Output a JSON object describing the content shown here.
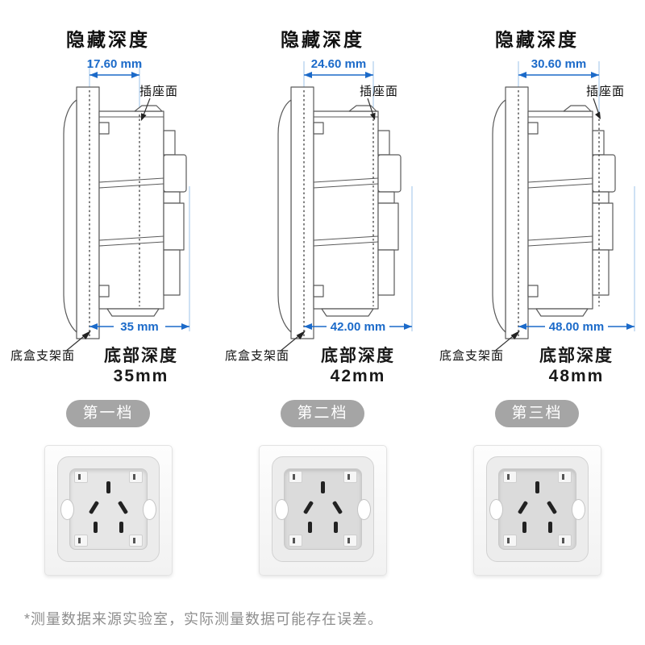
{
  "page": {
    "background": "#ffffff",
    "footnote": "*测量数据来源实验室，实际测量数据可能存在误差。"
  },
  "colors": {
    "dimension_blue": "#1b6ac9",
    "extension_blue": "#9cc3e8",
    "drawing_line": "#5a5a5a",
    "badge_gray": "#a5a5a5",
    "footnote_gray": "#8e8e8e"
  },
  "columns": [
    {
      "hidden_depth_title": "隐藏深度",
      "hidden_depth_value": "17.60 mm",
      "socket_face_label": "插座面",
      "bracket_face_label": "底盒支架面",
      "bottom_dim_value": "35 mm",
      "bottom_depth_title": "底部深度",
      "bottom_depth_value": "35mm",
      "tier_badge": "第一档"
    },
    {
      "hidden_depth_title": "隐藏深度",
      "hidden_depth_value": "24.60 mm",
      "socket_face_label": "插座面",
      "bracket_face_label": "底盒支架面",
      "bottom_dim_value": "42.00 mm",
      "bottom_depth_title": "底部深度",
      "bottom_depth_value": "42mm",
      "tier_badge": "第二档"
    },
    {
      "hidden_depth_title": "隐藏深度",
      "hidden_depth_value": "30.60 mm",
      "socket_face_label": "插座面",
      "bracket_face_label": "底盒支架面",
      "bottom_dim_value": "48.00 mm",
      "bottom_depth_title": "底部深度",
      "bottom_depth_value": "48mm",
      "tier_badge": "第三档"
    }
  ]
}
